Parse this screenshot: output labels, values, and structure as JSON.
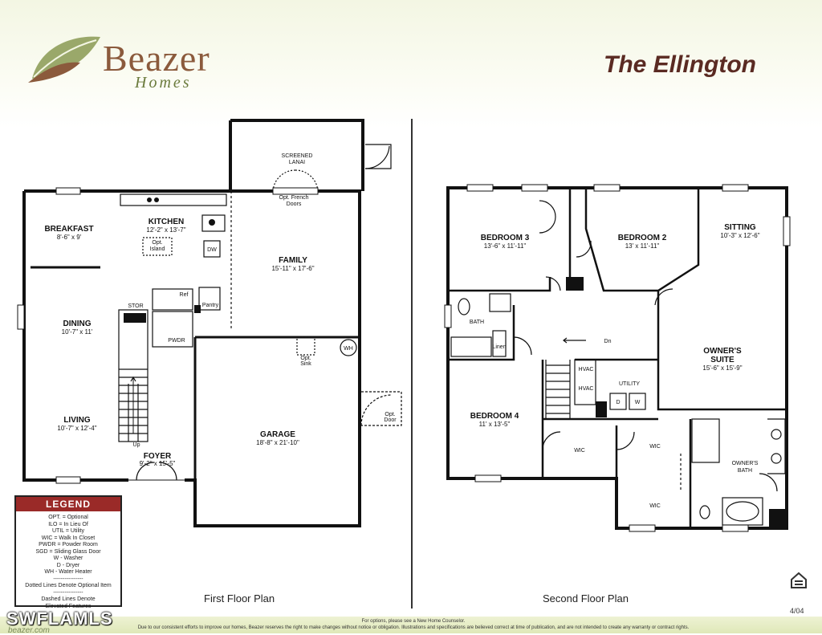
{
  "brand": {
    "name": "Beazer",
    "sub": "Homes",
    "site": "beazer.com"
  },
  "model_name": "The Ellington",
  "first_floor": {
    "caption": "First Floor Plan",
    "rooms": [
      {
        "name": "BREAKFAST",
        "dim": "8'-6\" x 9'"
      },
      {
        "name": "KITCHEN",
        "dim": "12'-2\" x 13'-7\""
      },
      {
        "name": "FAMILY",
        "dim": "15'-11\" x 17'-6\""
      },
      {
        "name": "DINING",
        "dim": "10'-7\" x 11'"
      },
      {
        "name": "LIVING",
        "dim": "10'-7\" x 12'-4\""
      },
      {
        "name": "FOYER",
        "dim": "9'-2\" x 15'-5\""
      },
      {
        "name": "GARAGE",
        "dim": "18'-8\" x 21'-10\""
      },
      {
        "name": "SCREENED",
        "dim": "LANAI"
      }
    ],
    "labels": {
      "opt_island_1": "Opt.",
      "opt_island_2": "Island",
      "opt_french_1": "Opt. French",
      "opt_french_2": "Doors",
      "opt_sink_1": "Opt.",
      "opt_sink_2": "Sink",
      "opt_door_1": "Opt.",
      "opt_door_2": "Door",
      "stor": "STOR",
      "pwdr": "PWDR",
      "ref": "Ref",
      "pantry": "Pantry",
      "dw": "DW",
      "wh": "WH",
      "up": "Up"
    }
  },
  "second_floor": {
    "caption": "Second Floor Plan",
    "rooms": [
      {
        "name": "BEDROOM 3",
        "dim": "13'-6\" x 11'-11\""
      },
      {
        "name": "BEDROOM 2",
        "dim": "13' x 11'-11\""
      },
      {
        "name": "SITTING",
        "dim": "10'-3\" x 12'-6\""
      },
      {
        "name": "OWNER'S",
        "dim": "SUITE"
      },
      {
        "name": "BEDROOM 4",
        "dim": "11' x 13'-5\""
      },
      {
        "name": "OWNER'S",
        "dim": "BATH"
      }
    ],
    "suite_dim": "15'-6\" x 15'-9\"",
    "labels": {
      "bath": "BATH",
      "linen": "Linen",
      "utility": "UTILITY",
      "hvac": "HVAC",
      "d": "D",
      "w": "W",
      "dn": "Dn",
      "wic": "WIC"
    }
  },
  "legend": {
    "title": "LEGEND",
    "lines": [
      "OPT. = Optional",
      "ILO = In Lieu Of",
      "UTIL = Utility",
      "WIC = Walk In Closet",
      "PWDR = Powder Room",
      "SGD = Sliding Glass Door",
      "W - Washer",
      "D - Dryer",
      "WH - Water Heater",
      "----------------",
      "Dotted Lines Denote Optional Item",
      "----------------",
      "Dashed Lines Denote",
      "Elevated Features"
    ]
  },
  "footer": {
    "options_note": "For options, please see a New Home Counselor.",
    "disclaimer": "Due to our consistent efforts to improve our homes, Beazer reserves the right to make changes without notice or obligation. Illustrations and specifications are believed correct at time of publication, and are not intended to create any warranty or contract rights.",
    "page": "4/04",
    "watermark": "SWFLAMLS"
  },
  "colors": {
    "brand_brown": "#8b5a3c",
    "brand_green": "#6a7a3c",
    "legend_red": "#9a2a28",
    "title": "#5a2a22"
  }
}
